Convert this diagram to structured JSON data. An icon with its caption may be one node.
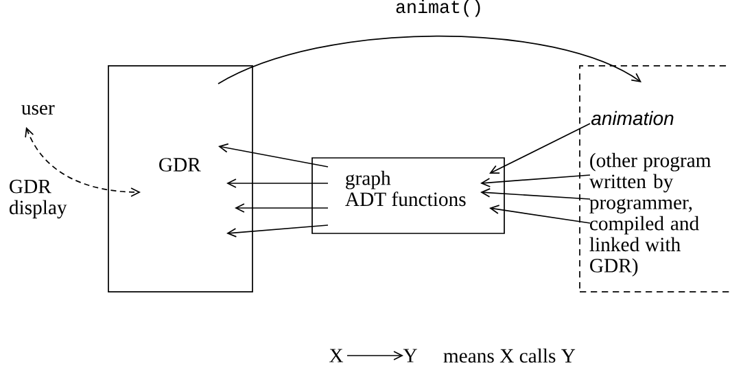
{
  "diagram": {
    "nodes": [
      {
        "text": [
          "GDR"
        ]
      },
      {
        "text": [
          "graph ADT functions"
        ]
      },
      {
        "text": [
          "animation",
          "(other program written by programmer, compiled and linked with GDR)"
        ]
      },
      {
        "text": [
          "user"
        ]
      }
    ],
    "edges": [
      {
        "from": 0,
        "to": 2,
        "arrow": "to",
        "label": "animat()"
      },
      {
        "from": 3,
        "to": 0,
        "arrow": "both",
        "style": "dashed",
        "label": "GDR display"
      },
      {
        "from": 1,
        "to": 0,
        "arrow": "to"
      },
      {
        "from": 1,
        "to": 0,
        "arrow": "to"
      },
      {
        "from": 1,
        "to": 0,
        "arrow": "to"
      },
      {
        "from": 1,
        "to": 0,
        "arrow": "to"
      },
      {
        "from": 2,
        "to": 1,
        "arrow": "to"
      },
      {
        "from": 2,
        "to": 1,
        "arrow": "to"
      },
      {
        "from": 2,
        "to": 1,
        "arrow": "to"
      },
      {
        "from": 2,
        "to": 1,
        "arrow": "to"
      }
    ],
    "labels": [
      "X",
      "Y",
      "means X calls Y"
    ]
  }
}
